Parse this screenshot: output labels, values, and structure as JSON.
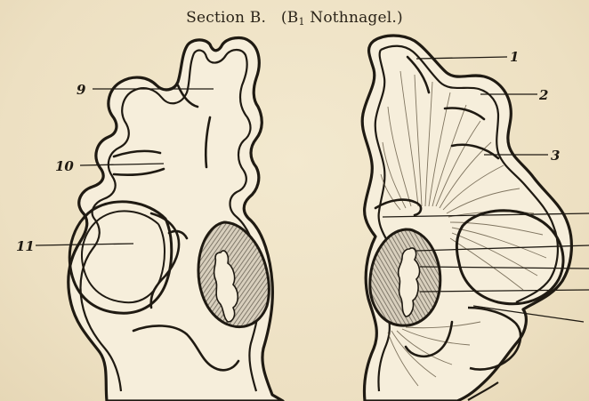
{
  "title": {
    "main": "Section B.",
    "ref_open": "(B",
    "ref_sub": "1",
    "ref_name": " Nothnagel.)"
  },
  "labels": {
    "l1": "1",
    "l2": "2",
    "l3": "3",
    "l9": "9",
    "l10": "10",
    "l11": "11"
  },
  "colors": {
    "paper": "#efe3c6",
    "ink": "#1f1a12",
    "hatch": "#6b6457"
  }
}
